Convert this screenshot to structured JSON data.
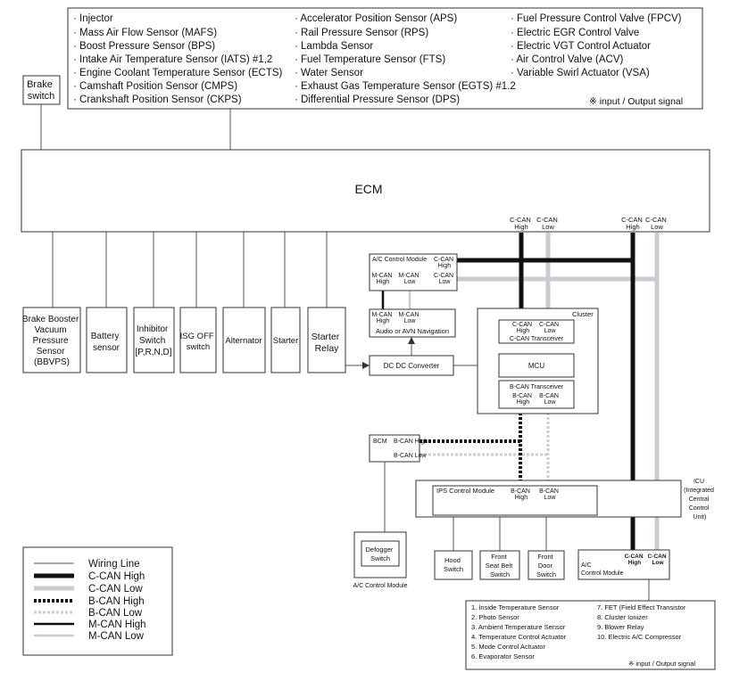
{
  "signal_box": {
    "col1": [
      "· Injector",
      "· Mass Air Flow Sensor (MAFS)",
      "· Boost Pressure Sensor (BPS)",
      "· Intake Air Temperature Sensor (IATS) #1,2",
      "· Engine Coolant Temperature Sensor (ECTS)",
      "· Camshaft Position Sensor (CMPS)",
      "· Crankshaft Position Sensor (CKPS)"
    ],
    "col2": [
      "· Accelerator Position Sensor (APS)",
      "· Rail Pressure Sensor (RPS)",
      "· Lambda Sensor",
      "· Fuel Temperature Sensor (FTS)",
      "· Water Sensor",
      "· Exhaust Gas Temperature Sensor (EGTS) #1.2",
      "· Differential Pressure Sensor (DPS)"
    ],
    "col3": [
      "· Fuel Pressure Control Valve (FPCV)",
      "· Electric EGR Control Valve",
      "· Electric VGT Control Actuator",
      "· Air Control Valve (ACV)",
      "· Variable Swirl Actuator (VSA)"
    ],
    "note": "※ input / Output signal"
  },
  "brake_switch": [
    "Brake",
    "switch"
  ],
  "ecm": {
    "label": "ECM",
    "ccan1": [
      "C-CAN",
      "High"
    ],
    "ccan2": [
      "C-CAN",
      "Low"
    ],
    "ccan3": [
      "C-CAN",
      "High"
    ],
    "ccan4": [
      "C-CAN",
      "Low"
    ]
  },
  "bottom_modules": {
    "brake_booster": [
      "Brake Booster",
      "Vacuum",
      "Pressure",
      "Sensor",
      "(BBVPS)"
    ],
    "battery": [
      "Battery",
      "sensor"
    ],
    "inhibitor": [
      "Inhibitor",
      "Switch",
      "[P,R,N,D]"
    ],
    "isg": [
      "ISG OFF",
      "switch"
    ],
    "alternator": [
      "Alternator"
    ],
    "starter": [
      "Starter"
    ],
    "starter_relay": [
      "Starter",
      "Relay"
    ]
  },
  "ac_module": {
    "title": "A/C Control Module",
    "ccan_high": [
      "C-CAN",
      "High"
    ],
    "mcan_high": [
      "M-CAN",
      "High"
    ],
    "mcan_low": [
      "M-CAN",
      "Low"
    ],
    "ccan_low": [
      "C-CAN",
      "Low"
    ]
  },
  "audio": {
    "mcan_high": [
      "M-CAN",
      "High"
    ],
    "mcan_low": [
      "M-CAN",
      "Low"
    ],
    "label": "Audio or AVN Navigation"
  },
  "dcdc": "DC DC Converter",
  "cluster": {
    "title": "Cluster",
    "ccan_high": [
      "C-CAN",
      "High"
    ],
    "ccan_low": [
      "C-CAN",
      "Low"
    ],
    "ccan_transceiver": "C-CAN Transceiver",
    "mcu": "MCU",
    "bcan_transceiver": "B-CAN Transceiver",
    "bcan_high": [
      "B-CAN",
      "High"
    ],
    "bcan_low": [
      "B-CAN",
      "Low"
    ]
  },
  "bcm": {
    "label": "BCM",
    "high": "B-CAN High",
    "low": "B-CAN Low"
  },
  "icu": {
    "label": [
      "ICU",
      "(Integrated",
      "Central",
      "Control",
      "Unit)"
    ],
    "ips": "IPS Control Module",
    "bcan_high": [
      "B-CAN",
      "High"
    ],
    "bcan_low": [
      "B-CAN",
      "Low"
    ]
  },
  "defogger": {
    "box": [
      "Defogger",
      "Switch"
    ],
    "label": "A/C Control Module"
  },
  "switches": {
    "hood": [
      "Hood",
      "Switch"
    ],
    "seat_belt": [
      "Front",
      "Seat Belt",
      "Switch"
    ],
    "door": [
      "Front",
      "Door",
      "Switch"
    ]
  },
  "ac_bottom": {
    "ccan_high": [
      "C-CAN",
      "High"
    ],
    "ccan_low": [
      "C-CAN",
      "Low"
    ],
    "label": [
      "A/C",
      "Control Module"
    ]
  },
  "ac_signals": {
    "col1": [
      "1. Inside Temperature Sensor",
      "2. Photo Sensor",
      "3. Ambient Temperature Sensor",
      "4. Temperature Control Actuator",
      "5. Mode Control Actuator",
      "6. Evaporator Sensor"
    ],
    "col2": [
      "7. FET (Field Effect Transistor",
      "8. Cluster Ionizer",
      "9. Blower Relay",
      "10. Electric A/C Compressor"
    ],
    "note": "※ input / Output signal"
  },
  "legend": [
    "Wiring Line",
    "C-CAN High",
    "C-CAN Low",
    "B-CAN High",
    "B-CAN Low",
    "M-CAN High",
    "M-CAN Low"
  ]
}
